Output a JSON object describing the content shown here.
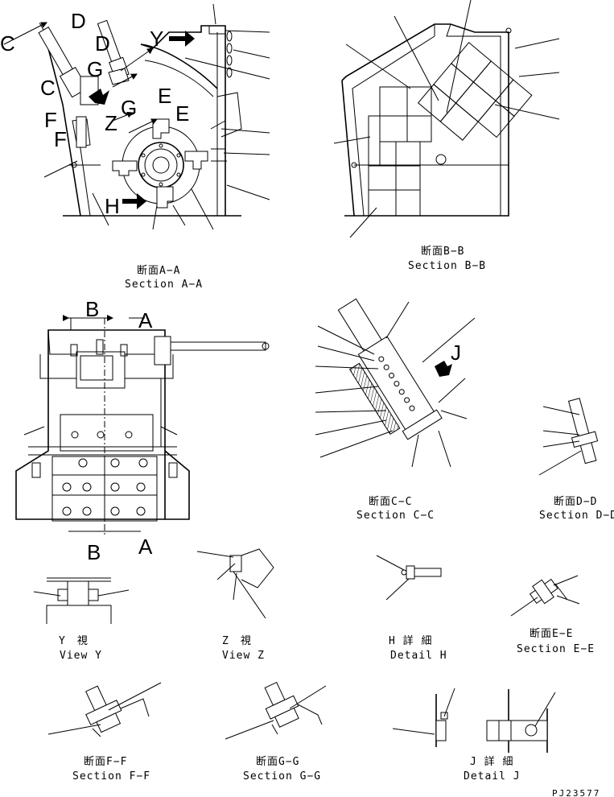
{
  "views": {
    "section_aa": {
      "jp": "断面A−A",
      "en": "Section A−A"
    },
    "section_bb": {
      "jp": "断面B−B",
      "en": "Section B−B"
    },
    "section_cc": {
      "jp": "断面C−C",
      "en": "Section C−C"
    },
    "section_dd": {
      "jp": "断面D−D",
      "en": "Section D−D"
    },
    "view_y": {
      "jp": "Y　視",
      "en": "View Y"
    },
    "view_z": {
      "jp": "Z　視",
      "en": "View Z"
    },
    "detail_h": {
      "jp": "H 詳 細",
      "en": "Detail H"
    },
    "section_ee": {
      "jp": "断面E−E",
      "en": "Section E−E"
    },
    "section_ff": {
      "jp": "断面F−F",
      "en": "Section F−F"
    },
    "section_gg": {
      "jp": "断面G−G",
      "en": "Section G−G"
    },
    "detail_j": {
      "jp": "J 詳 細",
      "en": "Detail J"
    }
  },
  "markers": {
    "c1": "C",
    "c2": "C",
    "d1": "D",
    "d2": "D",
    "y": "Y",
    "g1": "G",
    "g2": "G",
    "z": "Z",
    "e1": "E",
    "e2": "E",
    "f1": "F",
    "f2": "F",
    "h": "H",
    "b_top": "B",
    "a_top": "A",
    "b_bot": "B",
    "a_bot": "A",
    "j": "J"
  },
  "drawing_code": "PJ23577"
}
